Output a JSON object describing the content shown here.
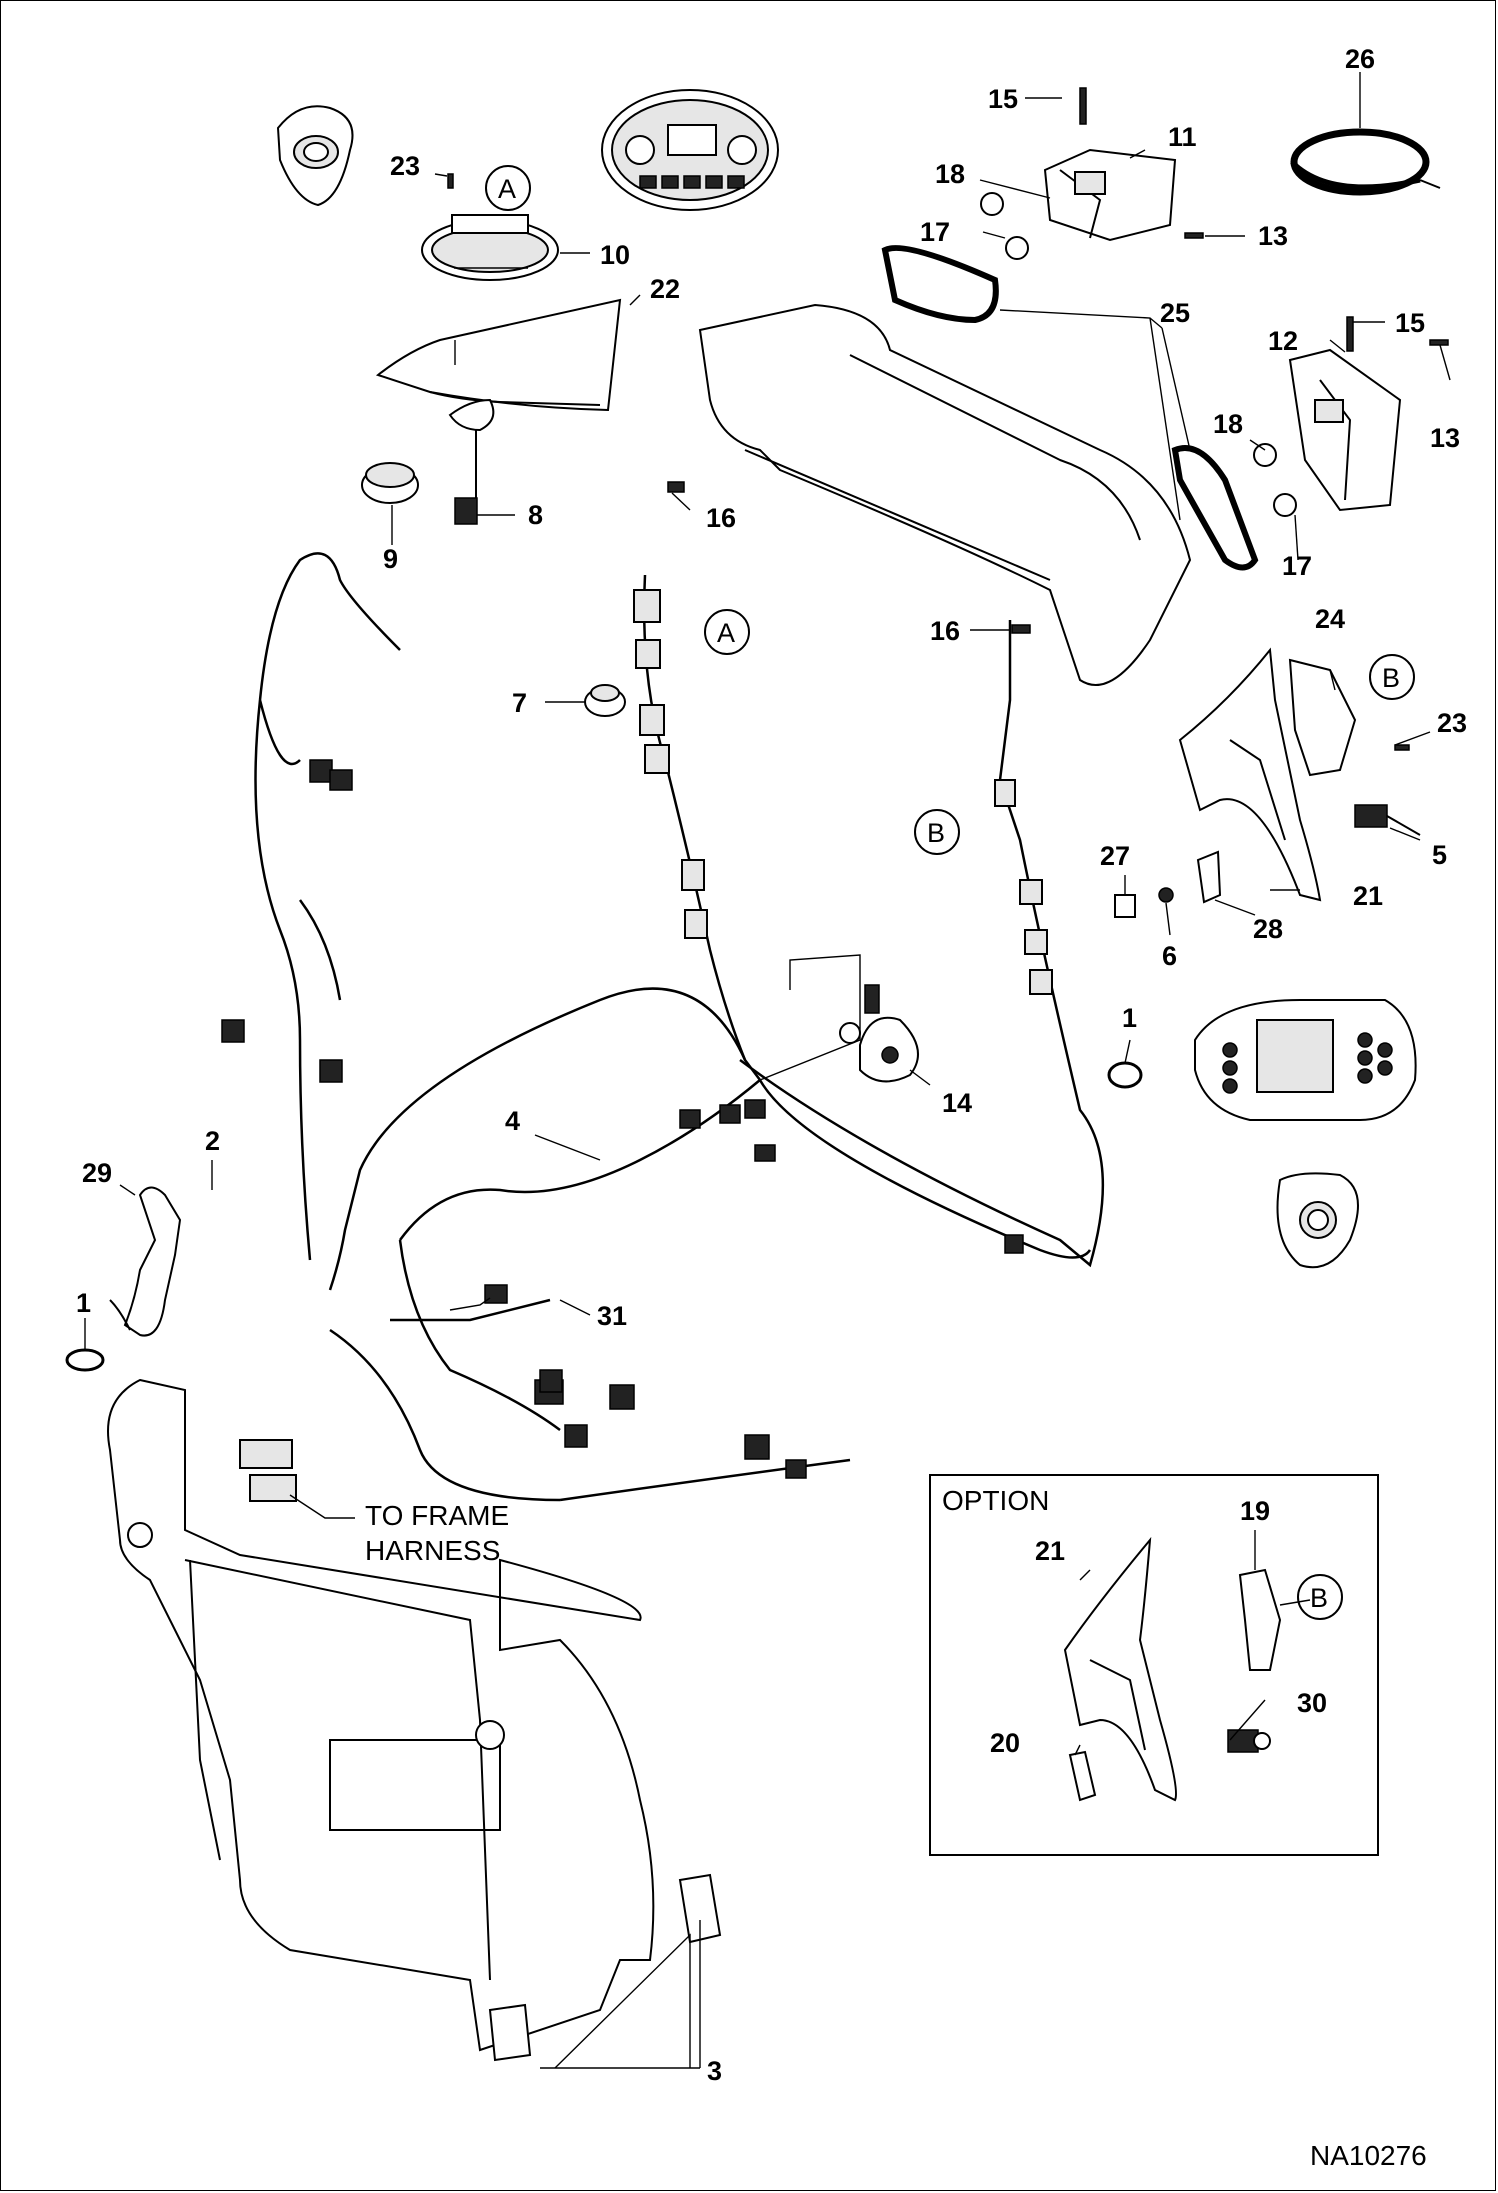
{
  "diagram": {
    "callouts": [
      {
        "id": "c26",
        "label": "26"
      },
      {
        "id": "c15a",
        "label": "15"
      },
      {
        "id": "c11",
        "label": "11"
      },
      {
        "id": "c18a",
        "label": "18"
      },
      {
        "id": "c17a",
        "label": "17"
      },
      {
        "id": "c13a",
        "label": "13"
      },
      {
        "id": "c23a",
        "label": "23"
      },
      {
        "id": "c10",
        "label": "10"
      },
      {
        "id": "c22",
        "label": "22"
      },
      {
        "id": "c25",
        "label": "25"
      },
      {
        "id": "c15b",
        "label": "15"
      },
      {
        "id": "c12",
        "label": "12"
      },
      {
        "id": "c18b",
        "label": "18"
      },
      {
        "id": "c13b",
        "label": "13"
      },
      {
        "id": "c17b",
        "label": "17"
      },
      {
        "id": "c9",
        "label": "9"
      },
      {
        "id": "c8",
        "label": "8"
      },
      {
        "id": "c16a",
        "label": "16"
      },
      {
        "id": "c16b",
        "label": "16"
      },
      {
        "id": "c7",
        "label": "7"
      },
      {
        "id": "c24",
        "label": "24"
      },
      {
        "id": "c23b",
        "label": "23"
      },
      {
        "id": "c5",
        "label": "5"
      },
      {
        "id": "c27",
        "label": "27"
      },
      {
        "id": "c21a",
        "label": "21"
      },
      {
        "id": "c6",
        "label": "6"
      },
      {
        "id": "c28",
        "label": "28"
      },
      {
        "id": "c14",
        "label": "14"
      },
      {
        "id": "c1a",
        "label": "1"
      },
      {
        "id": "c4",
        "label": "4"
      },
      {
        "id": "c2",
        "label": "2"
      },
      {
        "id": "c29",
        "label": "29"
      },
      {
        "id": "c1b",
        "label": "1"
      },
      {
        "id": "c31",
        "label": "31"
      },
      {
        "id": "c3",
        "label": "3"
      },
      {
        "id": "c21b",
        "label": "21"
      },
      {
        "id": "c19",
        "label": "19"
      },
      {
        "id": "c30",
        "label": "30"
      },
      {
        "id": "c20",
        "label": "20"
      }
    ],
    "connection_markers": [
      {
        "id": "mA1",
        "letter": "A"
      },
      {
        "id": "mA2",
        "letter": "A"
      },
      {
        "id": "mB1",
        "letter": "B"
      },
      {
        "id": "mB2",
        "letter": "B"
      },
      {
        "id": "mB3",
        "letter": "B"
      }
    ],
    "frame_harness_line1": "TO FRAME",
    "frame_harness_line2": "HARNESS",
    "option_label": "OPTION",
    "figure_id": "NA10276"
  }
}
